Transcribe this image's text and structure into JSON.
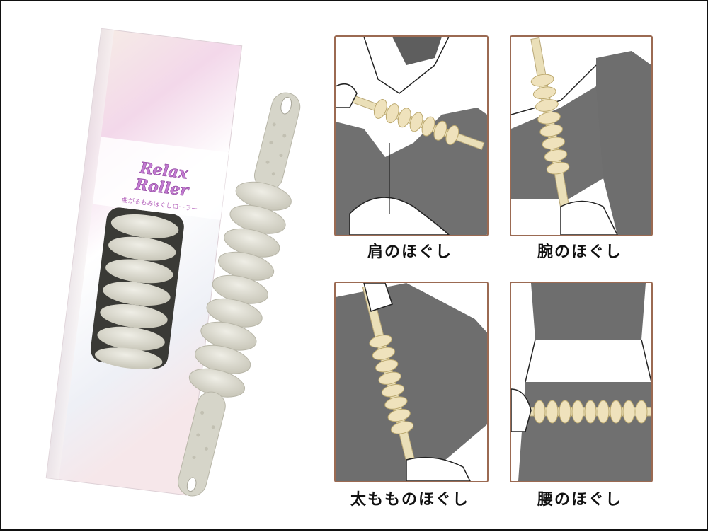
{
  "box": {
    "logo_line1": "Relax",
    "logo_line2": "Roller",
    "tagline": "曲がるもみほぐしローラー"
  },
  "captions": {
    "shoulder": "肩のほぐし",
    "arm": "腕のほぐし",
    "thigh": "太もものほぐし",
    "waist": "腰のほぐし"
  },
  "colors": {
    "roller_gray": "#d9d8cc",
    "roller_cream": "#efe2bc",
    "panel_border": "#9b6a52",
    "cloth_gray": "#6f6f6f"
  }
}
